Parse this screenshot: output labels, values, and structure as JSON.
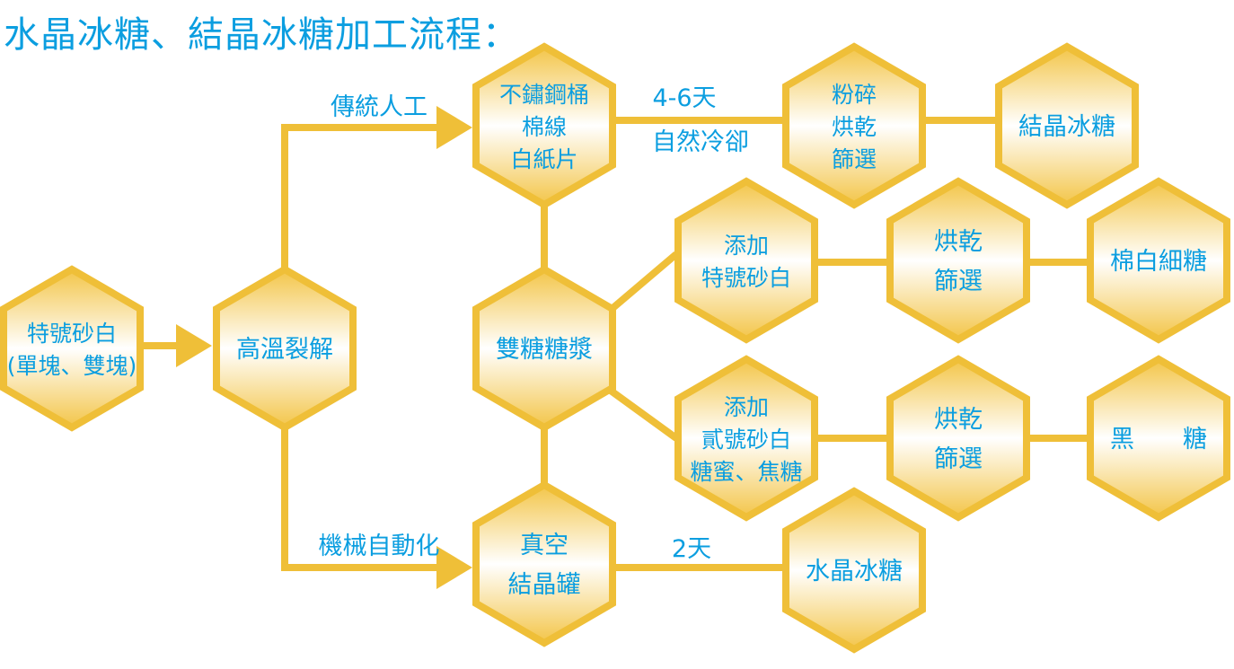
{
  "title": "水晶冰糖、結晶冰糖加工流程：",
  "nodes": [
    {
      "id": "n1",
      "lines": [
        "特號砂白",
        "(單塊、雙塊)"
      ]
    },
    {
      "id": "n2",
      "lines": [
        "高溫裂解"
      ]
    },
    {
      "id": "n3",
      "lines": [
        "不鏽鋼桶",
        "棉線",
        "白紙片"
      ]
    },
    {
      "id": "n4",
      "lines": [
        "粉碎",
        "烘乾",
        "篩選"
      ]
    },
    {
      "id": "n5",
      "lines": [
        "結晶冰糖"
      ]
    },
    {
      "id": "n6",
      "lines": [
        "添加",
        "特號砂白"
      ]
    },
    {
      "id": "n7",
      "lines": [
        "烘乾",
        "篩選"
      ]
    },
    {
      "id": "n8",
      "lines": [
        "棉白細糖"
      ]
    },
    {
      "id": "n9",
      "lines": [
        "雙糖糖漿"
      ]
    },
    {
      "id": "n10",
      "lines": [
        "添加",
        "貳號砂白",
        "糖蜜、焦糖"
      ]
    },
    {
      "id": "n11",
      "lines": [
        "烘乾",
        "篩選"
      ]
    },
    {
      "id": "n12",
      "lines": [
        "黑　　糖"
      ]
    },
    {
      "id": "n13",
      "lines": [
        "真空",
        "結晶罐"
      ]
    },
    {
      "id": "n14",
      "lines": [
        "水晶冰糖"
      ]
    }
  ],
  "edge_labels": {
    "traditional": "傳統人工",
    "mechanical": "機械自動化",
    "days_4_6": "4-6天",
    "natural_cooling": "自然冷卻",
    "days_2": "2天"
  },
  "colors": {
    "hex_border": "#efbf38",
    "text": "#0b9ee0"
  }
}
